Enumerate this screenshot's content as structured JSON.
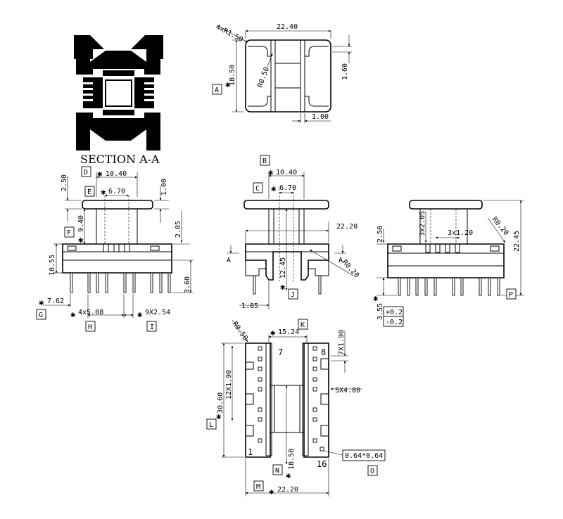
{
  "section_title": "SECTION A-A",
  "top_view": {
    "width": "22.40",
    "corner": "4xR1.50",
    "height": "18.50",
    "radius": "R0.50",
    "flange": "1.60",
    "slot": "1.00",
    "ref": "A"
  },
  "front_view": {
    "ref_d": "D",
    "ref_e": "E",
    "ref_f": "F",
    "ref_g": "G",
    "ref_h": "H",
    "ref_i": "I",
    "top_width": "10.40",
    "inner_width": "6.70",
    "top_gap": "2.50",
    "flange_t": "1.00",
    "body_h": "9.40",
    "step": "2.05",
    "total_h": "10.55",
    "pin_len": "3.60",
    "edge": "7.62",
    "row_pitch": "4x5.08",
    "pin_pitch": "9X2.54"
  },
  "side_view": {
    "ref_b": "B",
    "ref_c": "C",
    "ref_j": "J",
    "top_width": "10.40",
    "inner_width": "6.70",
    "base_w": "22.20",
    "section_l": "A",
    "section_r": "A",
    "fillet": "R0.20",
    "core_h": "12.45",
    "offset": "1.85"
  },
  "end_view": {
    "ref_p": "P",
    "slots": "3x2.05",
    "slot_pitch": "3x1.20",
    "radius": "R0.20",
    "height": "22.45",
    "gap": "2.50",
    "pin_len": "3.55",
    "tol_plus": "+0.2",
    "tol_minus": "-0.2"
  },
  "bottom_view": {
    "ref_k": "K",
    "ref_l": "L",
    "ref_m": "M",
    "ref_n": "N",
    "ref_o": "O",
    "radius": "R0.50",
    "row_spacing": "15.24",
    "pitch_r": "7X1.90",
    "pitch_l": "12X1.90",
    "slot_pitch": "5X4.80",
    "total_len": "30.60",
    "core_len": "18.50",
    "total_w": "22.20",
    "pin_size": "0.64*0.64",
    "pin_1": "1",
    "pin_7": "7",
    "pin_8": "8",
    "pin_16": "16"
  }
}
